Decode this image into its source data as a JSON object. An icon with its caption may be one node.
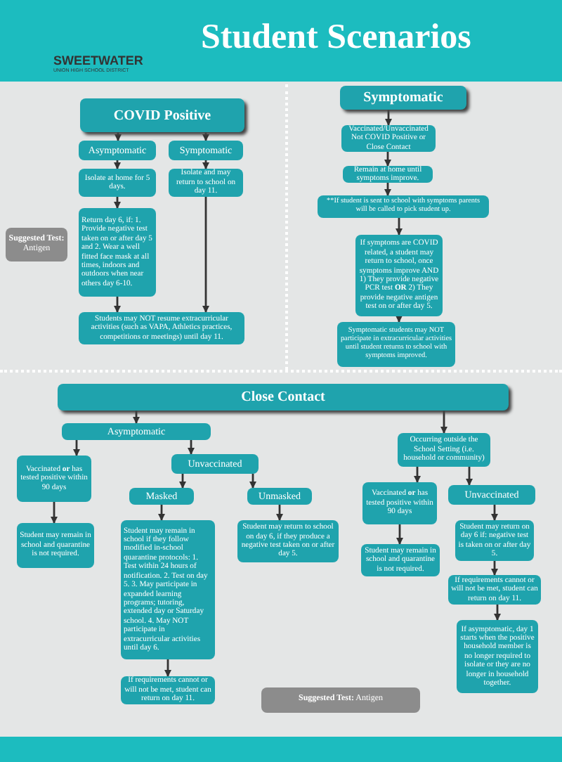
{
  "diagram": {
    "title": "Student Scenarios",
    "nodes": [
      {
        "text": [
          "COVID Positive"
        ]
      },
      {
        "text": [
          "Asymptomatic"
        ]
      },
      {
        "text": [
          "Symptomatic"
        ]
      },
      {
        "text": [
          "Isolate at home for 5 days."
        ]
      },
      {
        "text": [
          "Isolate and may return to school on day 11."
        ]
      },
      {
        "text": [
          "Return day 6, if: 1. Provide negative test taken on or after day 5 and 2. Wear a well fitted face mask at all times, indoors and outdoors when near others day 6-10."
        ]
      },
      {
        "text": [
          "**Suggested Test:** Antigen"
        ]
      },
      {
        "text": [
          "Students may NOT resume extracurricular activities (such as VAPA, Athletics practices, competitions or meetings) until day 11."
        ]
      },
      {
        "text": [
          "Symptomatic"
        ]
      },
      {
        "text": [
          "Vaccinated/Unvaccinated Not COVID Positive or Close Contact"
        ]
      },
      {
        "text": [
          "Remain at home until symptoms improve."
        ]
      },
      {
        "text": [
          "**If student is sent to school with symptoms parents will be called to pick student up."
        ]
      },
      {
        "text": [
          "If symptoms are COVID related, a student may return to school, once symptoms improve AND 1) They provide negative PCR test **OR** 2) They provide negative antigen test on or after day 5."
        ]
      },
      {
        "text": [
          "Symptomatic students may NOT participate in extracurricular activities until student returns to school with symptoms improved."
        ]
      },
      {
        "text": [
          "Close Contact"
        ]
      },
      {
        "text": [
          "Asymptomatic"
        ]
      },
      {
        "text": [
          "Vaccinated **or** has tested positive within 90 days"
        ]
      },
      {
        "text": [
          "Student may remain in school and quarantine is not required."
        ]
      },
      {
        "text": [
          "Unvaccinated"
        ]
      },
      {
        "text": [
          "Masked"
        ]
      },
      {
        "text": [
          "Unmasked"
        ]
      },
      {
        "text": [
          "Student may remain in school if they follow modified in-school quarantine protocols: 1. Test within 24 hours of notification. 2. Test on day 5. 3. May participate in expanded learning programs; tutoring, extended day or Saturday school. 4. May NOT participate in extracurricular activities until day 6."
        ]
      },
      {
        "text": [
          "Student may return to school on day 6, if they produce a negative test taken on or after day 5."
        ]
      },
      {
        "text": [
          "If requirements cannot or will not be met, student can return on day 11."
        ]
      },
      {
        "text": [
          "Occurring outside the School Setting (i.e. household or community)"
        ]
      },
      {
        "text": [
          "Vaccinated **or** has tested positive within 90 days"
        ]
      },
      {
        "text": [
          "Student may remain in school and quarantine is not required."
        ]
      },
      {
        "text": [
          "Unvaccinated"
        ]
      },
      {
        "text": [
          "Student may return on day 6 if: negative test is taken on or after day 5."
        ]
      },
      {
        "text": [
          "If requirements cannot or will not be met, student can return on day 11."
        ]
      },
      {
        "text": [
          "If asymptomatic, day 1 starts when the positive household member is no longer required to isolate or they are no longer in household together."
        ]
      },
      {
        "text": [
          "**Suggested Test:** Antigen"
        ]
      }
    ],
    "edges": [
      {
        "from": 0,
        "to": 1,
        "arrow": "to"
      },
      {
        "from": 0,
        "to": 2,
        "arrow": "to"
      },
      {
        "from": 1,
        "to": 3,
        "arrow": "to"
      },
      {
        "from": 2,
        "to": 4,
        "arrow": "to"
      },
      {
        "from": 3,
        "to": 5,
        "arrow": "to"
      },
      {
        "from": 4,
        "to": 7,
        "arrow": "to"
      },
      {
        "from": 5,
        "to": 7,
        "arrow": "to"
      },
      {
        "from": 8,
        "to": 9,
        "arrow": "to"
      },
      {
        "from": 9,
        "to": 10,
        "arrow": "to"
      },
      {
        "from": 10,
        "to": 11,
        "arrow": "to"
      },
      {
        "from": 11,
        "to": 12,
        "arrow": "to"
      },
      {
        "from": 12,
        "to": 13,
        "arrow": "to"
      },
      {
        "from": 14,
        "to": 15,
        "arrow": "to"
      },
      {
        "from": 14,
        "to": 24,
        "arrow": "to"
      },
      {
        "from": 15,
        "to": 16,
        "arrow": "to"
      },
      {
        "from": 15,
        "to": 18,
        "arrow": "to"
      },
      {
        "from": 16,
        "to": 17,
        "arrow": "to"
      },
      {
        "from": 18,
        "to": 19,
        "arrow": "to"
      },
      {
        "from": 18,
        "to": 20,
        "arrow": "to"
      },
      {
        "from": 19,
        "to": 21,
        "arrow": "to"
      },
      {
        "from": 20,
        "to": 22,
        "arrow": "to"
      },
      {
        "from": 21,
        "to": 23,
        "arrow": "to"
      },
      {
        "from": 24,
        "to": 25,
        "arrow": "to"
      },
      {
        "from": 24,
        "to": 27,
        "arrow": "to"
      },
      {
        "from": 25,
        "to": 26,
        "arrow": "to"
      },
      {
        "from": 27,
        "to": 28,
        "arrow": "to"
      },
      {
        "from": 28,
        "to": 29,
        "arrow": "to"
      },
      {
        "from": 29,
        "to": 30,
        "arrow": "to"
      }
    ],
    "labels": [
      "SWEETWATER",
      "UNION HIGH SCHOOL DISTRICT"
    ]
  }
}
